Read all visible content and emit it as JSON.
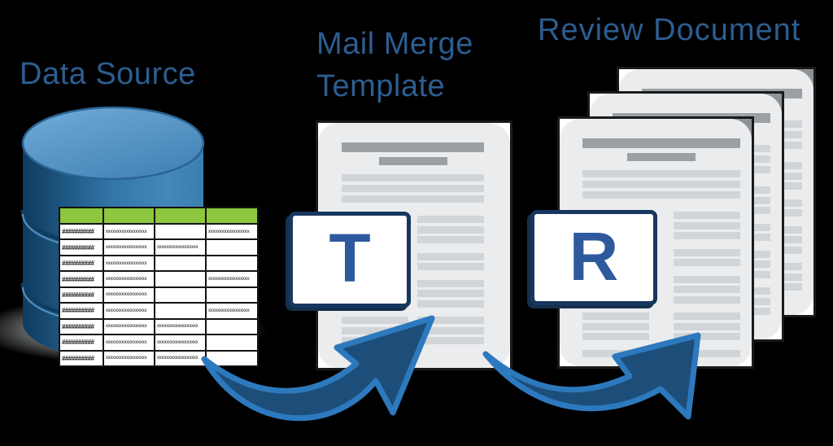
{
  "labels": {
    "data_source": "Data Source",
    "mail_merge_line1": "Mail Merge",
    "mail_merge_line2": "Template",
    "review_document": "Review Document"
  },
  "badges": {
    "template_letter": "T",
    "review_letter": "R"
  },
  "table": {
    "hash_placeholder": "##########",
    "x_placeholder": "xxxxxxxxxxxxxxxxxx",
    "header_columns": 4,
    "rows": [
      [
        "hash",
        "x",
        "",
        "x"
      ],
      [
        "hash",
        "x",
        "x",
        ""
      ],
      [
        "hash",
        "x",
        "",
        ""
      ],
      [
        "hash",
        "x",
        "",
        "x"
      ],
      [
        "hash",
        "x",
        "",
        ""
      ],
      [
        "hash",
        "x",
        "",
        "x"
      ],
      [
        "hash",
        "x",
        "x",
        ""
      ],
      [
        "hash",
        "x",
        "x",
        ""
      ],
      [
        "hash",
        "x",
        "x",
        ""
      ]
    ]
  },
  "icons": {
    "database": "database-cylinder-icon",
    "template_document": "document-page-icon",
    "review_documents": "document-stack-icon",
    "arrow_left": "curved-arrow-icon",
    "arrow_right": "curved-arrow-icon"
  },
  "colors": {
    "background": "#000000",
    "heading_text": "#2c5d90",
    "arrow_fill": "#1d4e79",
    "arrow_outline": "#2d79be",
    "table_header_green": "#8dc63f",
    "badge_letter_blue": "#2e5a9d",
    "badge_border_navy": "#17375e",
    "database_blue_light": "#71abd8",
    "database_blue_dark": "#0f3a5f",
    "document_fill_gray": "#ebecee",
    "document_bar_gray": "#9ba0a5",
    "document_line_gray": "#d2d5d8"
  }
}
